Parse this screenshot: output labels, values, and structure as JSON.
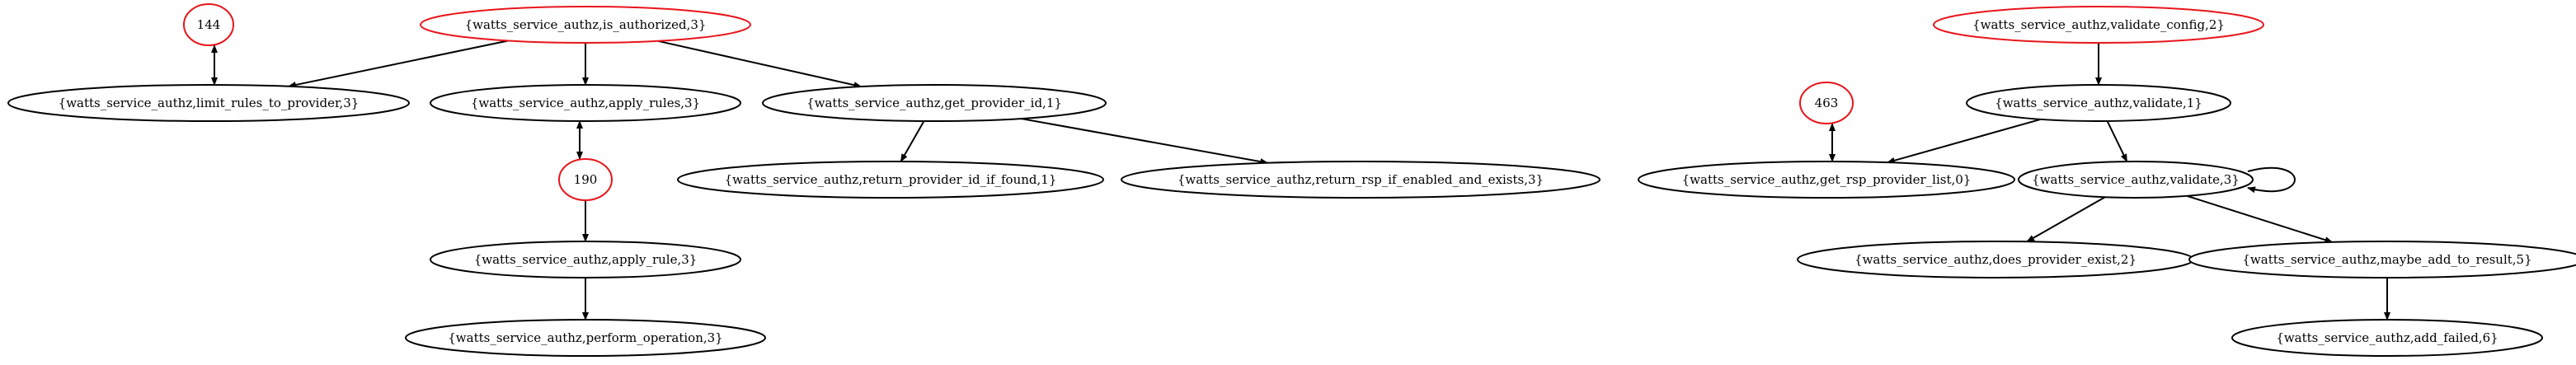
{
  "colors": {
    "root": "#e8151b",
    "normal": "#000000",
    "edge": "#000000"
  },
  "nodes": [
    {
      "id": "n144",
      "label": "144",
      "root": true
    },
    {
      "id": "nIsAuth",
      "label": "{watts_service_authz,is_authorized,3}",
      "root": true
    },
    {
      "id": "nLimit",
      "label": "{watts_service_authz,limit_rules_to_provider,3}",
      "root": false
    },
    {
      "id": "nApplyRules",
      "label": "{watts_service_authz,apply_rules,3}",
      "root": false
    },
    {
      "id": "nGetProv",
      "label": "{watts_service_authz,get_provider_id,1}",
      "root": false
    },
    {
      "id": "n190",
      "label": "190",
      "root": true
    },
    {
      "id": "nRetProv",
      "label": "{watts_service_authz,return_provider_id_if_found,1}",
      "root": false
    },
    {
      "id": "nRetRsp",
      "label": "{watts_service_authz,return_rsp_if_enabled_and_exists,3}",
      "root": false
    },
    {
      "id": "nApplyRule",
      "label": "{watts_service_authz,apply_rule,3}",
      "root": false
    },
    {
      "id": "nPerform",
      "label": "{watts_service_authz,perform_operation,3}",
      "root": false
    },
    {
      "id": "nValCfg",
      "label": "{watts_service_authz,validate_config,2}",
      "root": true
    },
    {
      "id": "nVal1",
      "label": "{watts_service_authz,validate,1}",
      "root": false
    },
    {
      "id": "n463",
      "label": "463",
      "root": true
    },
    {
      "id": "nRspList",
      "label": "{watts_service_authz,get_rsp_provider_list,0}",
      "root": false
    },
    {
      "id": "nVal3",
      "label": "{watts_service_authz,validate,3}",
      "root": false
    },
    {
      "id": "nExist",
      "label": "{watts_service_authz,does_provider_exist,2}",
      "root": false
    },
    {
      "id": "nMaybe",
      "label": "{watts_service_authz,maybe_add_to_result,5}",
      "root": false
    },
    {
      "id": "nFailed",
      "label": "{watts_service_authz,add_failed,6}",
      "root": false
    }
  ],
  "edges": [
    {
      "from": "n144",
      "to": "nLimit"
    },
    {
      "from": "nLimit",
      "to": "n144"
    },
    {
      "from": "nIsAuth",
      "to": "nLimit"
    },
    {
      "from": "nIsAuth",
      "to": "nApplyRules"
    },
    {
      "from": "nIsAuth",
      "to": "nGetProv"
    },
    {
      "from": "nApplyRules",
      "to": "n190"
    },
    {
      "from": "n190",
      "to": "nApplyRules"
    },
    {
      "from": "n190",
      "to": "nApplyRule"
    },
    {
      "from": "nGetProv",
      "to": "nRetProv"
    },
    {
      "from": "nGetProv",
      "to": "nRetRsp"
    },
    {
      "from": "nApplyRule",
      "to": "nPerform"
    },
    {
      "from": "nValCfg",
      "to": "nVal1"
    },
    {
      "from": "nVal1",
      "to": "nRspList"
    },
    {
      "from": "nVal1",
      "to": "nVal3"
    },
    {
      "from": "n463",
      "to": "nRspList"
    },
    {
      "from": "nRspList",
      "to": "n463"
    },
    {
      "from": "nVal3",
      "to": "nVal3"
    },
    {
      "from": "nVal3",
      "to": "nExist"
    },
    {
      "from": "nVal3",
      "to": "nMaybe"
    },
    {
      "from": "nMaybe",
      "to": "nFailed"
    }
  ]
}
